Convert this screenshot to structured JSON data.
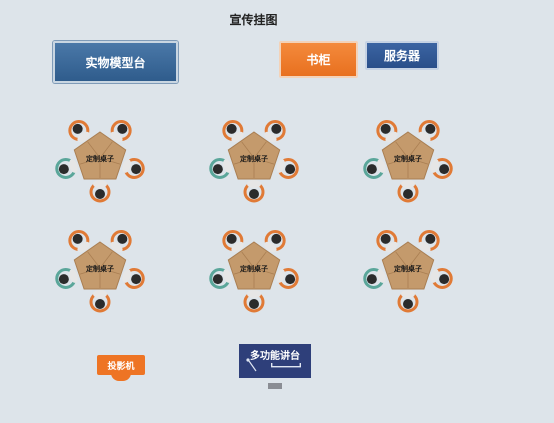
{
  "page": {
    "title": "宣传挂图",
    "buttons": {
      "model_table": "实物模型台",
      "cabinet": "书柜",
      "server": "服务器"
    },
    "group_table_label": "定制桌子",
    "projector_label": "投影机",
    "podium_label": "多功能讲台"
  },
  "colors": {
    "background": "#dde4ea",
    "accent_orange": "#ee7424",
    "accent_blue": "#2f5c8c",
    "table_wood": "#c49a6c",
    "chair_teal": "#5aa69a",
    "person_dark": "#2b2b2b"
  }
}
